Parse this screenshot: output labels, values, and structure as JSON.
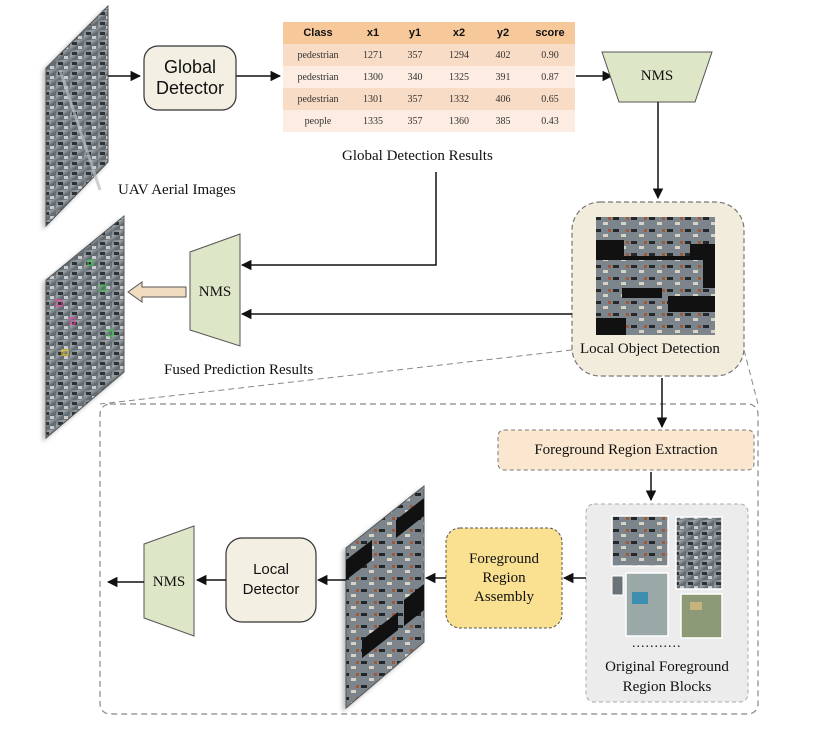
{
  "global_detector": {
    "line1": "Global",
    "line2": "Detector"
  },
  "uav_label": "UAV Aerial Images",
  "table": {
    "headers": [
      "Class",
      "x1",
      "y1",
      "x2",
      "y2",
      "score"
    ],
    "rows": [
      [
        "pedestrian",
        "1271",
        "357",
        "1294",
        "402",
        "0.90"
      ],
      [
        "pedestrian",
        "1300",
        "340",
        "1325",
        "391",
        "0.87"
      ],
      [
        "pedestrian",
        "1301",
        "357",
        "1332",
        "406",
        "0.65"
      ],
      [
        "people",
        "1335",
        "357",
        "1360",
        "385",
        "0.43"
      ]
    ]
  },
  "global_results_label": "Global Detection Results",
  "nms_label": "NMS",
  "local_detection_label": "Local Object Detection",
  "fused_label": "Fused Prediction Results",
  "fre_label": "Foreground Region Extraction",
  "fra": {
    "line1": "Foreground",
    "line2": "Region",
    "line3": "Assembly"
  },
  "local_detector": {
    "line1": "Local",
    "line2": "Detector"
  },
  "dots": "...........",
  "blocks_label": {
    "line1": "Original Foreground",
    "line2": "Region Blocks"
  },
  "colors": {
    "detector_fill": "#f3efe2",
    "nms_fill": "#dde6c6",
    "local_panel_fill": "#f2ecdd",
    "fre_fill": "#fbe7cf",
    "fra_fill": "#f9e191",
    "table_header": "#f6c89a",
    "arrow_fill": "#f2dcc0"
  }
}
